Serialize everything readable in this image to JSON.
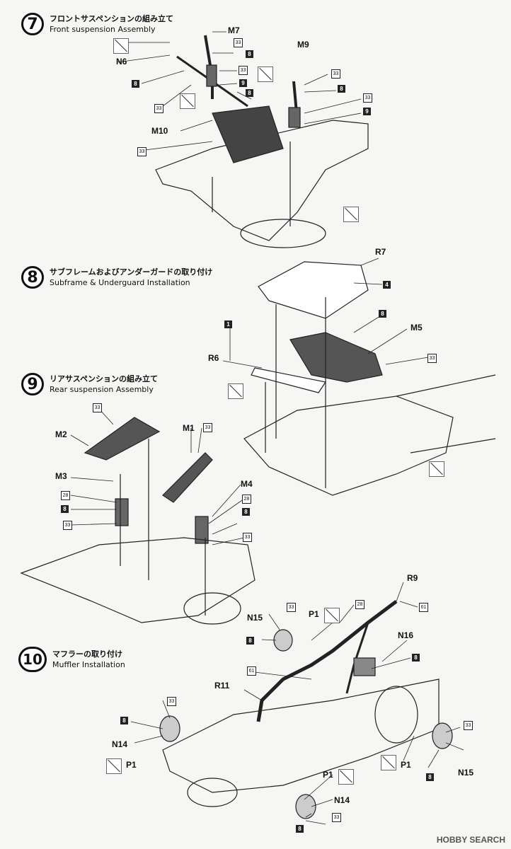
{
  "steps": [
    {
      "num": "7",
      "jp": "フロントサスペンションの組み立て",
      "en": "Front suspension Assembly"
    },
    {
      "num": "8",
      "jp": "サブフレームおよびアンダーガードの取り付け",
      "en": "Subframe & Underguard Installation"
    },
    {
      "num": "9",
      "jp": "リアサスペンションの組み立て",
      "en": "Rear suspension Assembly"
    },
    {
      "num": "10",
      "jp": "マフラーの取り付け",
      "en": "Muffler Installation"
    }
  ],
  "parts": {
    "m7": "M7",
    "n6": "N6",
    "m9": "M9",
    "m10": "M10",
    "r7": "R7",
    "m5": "M5",
    "r6": "R6",
    "m2": "M2",
    "m1": "M1",
    "m3": "M3",
    "m4": "M4",
    "r9": "R9",
    "n15a": "N15",
    "p1a": "P1",
    "n16": "N16",
    "r11": "R11",
    "n14a": "N14",
    "p1b": "P1",
    "p1c": "P1",
    "p1d": "P1",
    "n14b": "N14",
    "n15b": "N15"
  },
  "tags": {
    "t33": "33",
    "t8": "8",
    "t9": "9",
    "t28": "28",
    "t4": "4",
    "t1": "1",
    "t61": "61"
  },
  "footer": "HOBBY SEARCH"
}
